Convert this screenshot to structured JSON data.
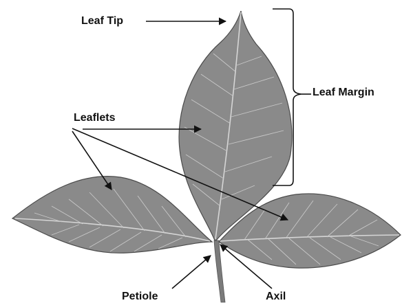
{
  "labels": {
    "leaf_tip": "Leaf Tip",
    "leaf_margin": "Leaf Margin",
    "leaflets": "Leaflets",
    "petiole": "Petiole",
    "axil": "Axil"
  },
  "colors": {
    "leaf_fill": "#8a8a8a",
    "leaf_edge": "#4a4a4a",
    "vein": "#d6d6d6",
    "stem": "#7b7b7b",
    "annotation": "#111111",
    "background": "#ffffff"
  }
}
